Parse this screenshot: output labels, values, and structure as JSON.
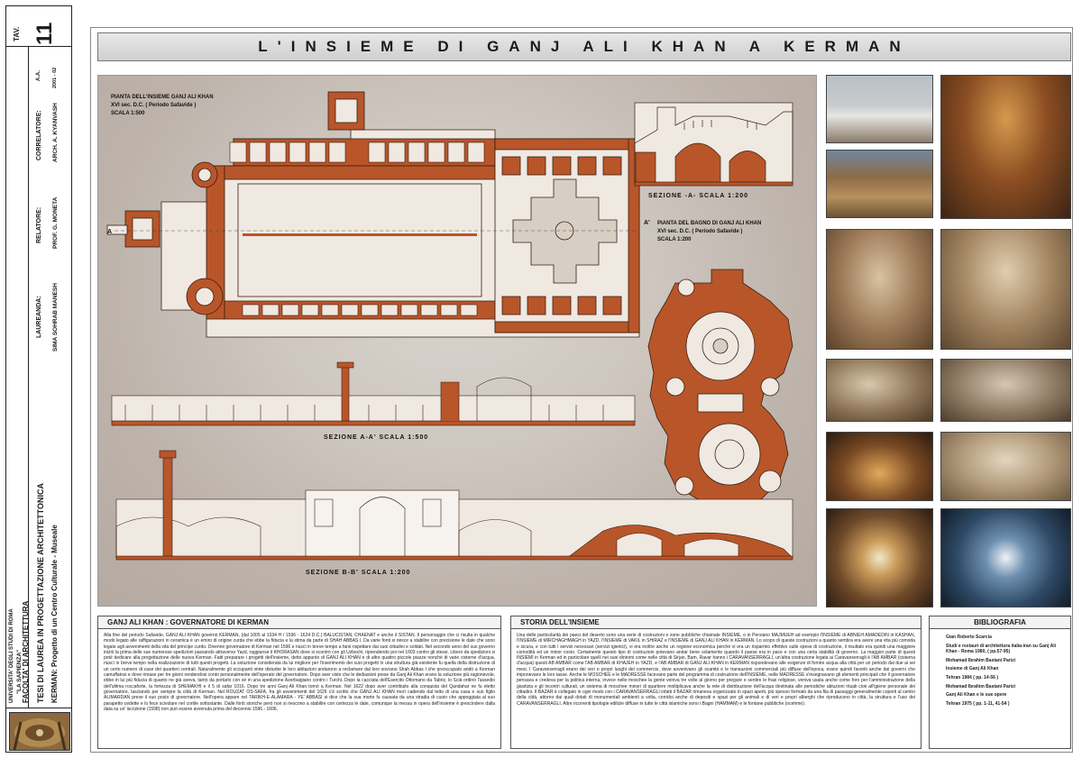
{
  "tav": {
    "label": "TAV.",
    "number": "11"
  },
  "left_strip": {
    "university": "UNIVERSITA' DEGLI STUDI DI ROMA",
    "sapienza": "\"LA SAPIENZA\"",
    "faculty": "FACOLTA' DI ARCHITETTURA",
    "thesis": "TESI DI LAUREA IN PROGETTAZIONE ARCHITETTONICA",
    "project": "KERMAN: Progetto di un Centro Culturale - Museale",
    "student_label": "LAUREANDA:",
    "student_name": "SIMA SOHRAB MANESH",
    "relatore_label": "RELATORE:",
    "relatore_name": "PROF. G. MONETA",
    "correlatore_label": "CORRELATORE:",
    "correlatore_name": "ARCH. A. KYANVASH",
    "aa_label": "A.A.",
    "aa_value": "2001 - 02"
  },
  "title": "L'INSIEME DI GANJ ALI KHAN A KERMAN",
  "plan_label": {
    "title": "PIANTA DELL'INSIEME GANJ ALI KHAN",
    "period": "XVI sec. D.C. ( Periodo Safavide )",
    "scale": "SCALA 1:500"
  },
  "bath_label": {
    "title": "PIANTA DEL BAGNO DI GANJ ALI KHAN",
    "period": "XVI sec. D.C. ( Periodo Safavide )",
    "scale": "SCALA 1:200"
  },
  "section_a": "SEZIONE -A- SCALA 1:200",
  "section_aa": "SEZIONE A-A' SCALA 1:500",
  "section_bb": "SEZIONE B-B' SCALA 1:200",
  "marker_a": "A",
  "marker_a_prime": "A'",
  "panels": {
    "governor": {
      "heading": "GANJ ALI KHAN : GOVERNATORE DI KERMAN",
      "text": "Alla fine del periodo Safavide, GANJ ALI KHAN governò KERMAN, (dal 1005 al 1034 H / 1596 - 1624 D.C.) BALUCISTAN, CHAENAT e anche il SISTAN. Il personaggio che ci risulta in qualche modo legato alle raffigurazioni in ceramica è un emiro di origine curda che ebbe la fiducia e la stima da parte di SHAH ABBAS I. Da varie fonti si riesce a stabilire con precisione le date che sono legate agli avvenimenti della vita del principe curdo. Divenne governatore di Kerman nel 1596 e riuscì in breve tempo a farsi rispettare dai suoi cittadini e soldati. Nel secondo anno del suo governo iniziò la prima delle sue numerose spedizioni passando attraverso Yazd, raggiunse il KHORASAN dove si scontrò con gli Uzbechi, riprendendo poi nel 1603 contro gli stessi. Libero da spedizioni si poté dedicare alla progettazione delle nuova Kerman. Fatti preparare i progetti dell'insieme, detto appunto di GANJ ALI KHAN e di altre quattro piccole piazze nonché di varie cisterne d'acqua, riuscì in breve tempo nella realizzazione di tutti questi progetti. La soluzione considerata da lui migliore per l'inserimento dei suoi progetti in una struttura già esistente fu quella della distruzione di un certo numero di case dei quartieri centrali. Naturalmente gli occupanti vinte disturbe le loro abitazioni andarono a reclamare dal loro sovrano Shah Abbas I che preoccupato andò a Kerman camuffatosi e dove rimase per tre giorni rendendosi conto personalmente dell'operato del governatore. Dopo aver visto che le dediasioni prese da Ganj Ali Khan erano la soluzione più ragionevole, ebbe in lui più fiducia di quanto ne già aveva, tanto da portarlo con sé in una spedizione Azerbaigiano contro i Turchi. Dopo la cacciata dell'Esercito Ottomano da Tabriz, lo Scià ordinò l'assedio dell'ultima roccaforte, la fortezza di SHEMAKHI e il 5 di safar 1016. Dopo tre anni Ganj Ali Khan tornò a Kerman. Nel 1622 dopo aver contribuito alla conquista del Qandahar ne fu eletto governatore, lasciando per sempre la città di Kerman. Nel ROUZAT OS-SAFA, fra gli avvenimenti del 1626 c'è scritto che GANJ ALI KHAN morì cadendo dal tetto di una casa e suo figlio ALIMARDAN prese il suo posto di governatore. Nell'opera appare nel TARIKH-E ALAMARA - YE' ABBASI si dice che la sua morte fu causata da una stradia di cuoio che appoggiata al suo parapetto cedette e lo fece scivolare nel cortile sottostante. Dalle fonti storiche però non si riescono a stabilire con certezza le date, comunque la messa in opera dell'insieme è prescindere dalla data su un' iscrizione (1598) non può essere avvenuta prima del decennio 1596 - 1606."
    },
    "storia": {
      "heading": "STORIA DELL'INSIEME",
      "text": "Una delle particolarità dei paesi del deserto sono una serie di costruzioni e zone pubbliche chiamate INSIEME, o in Persiano MAJMUEH ad esempio l'INSIEME di ABNIEH AMADEDIN in KASHAN, l'INSIEME di MIRCHAGHMAGH in YAZD, l'INSIEME di VAKIL in SHIRAZ e l'INSIEME di GANJ ALI KHAN in KERMAN. Lo scopo di queste costruzioni a quanto sembra era avere una vita più comoda e sicura, e con tutti i servizi necessari (servizi igienici), vi era inoltre anche un regione economica perché vi era un risparmio effettivo sulle spese di costruzione, il risultato era quindi una maggiore comodità ed un minor costo. Certamente questo tipo di costruzioni potevano andar bene solamente quando il paese era in pace e con una certa stabilità di governo. La maggior parte di questi INSIEMI in Kerman ed in particolare quelli nei suoi dintorni come nelle città di Sirjan, Bam, Ravar hanno i CARAVANSERRAGLI, un'altra costruzione legata ai Caravanserragli è l'AB AMBAR (cisterna d'acqua) questi AB AMBAR come l'AB AMBAR di KHAJEH in YAZD, e l'AB AMBAR di GANJ ALI KHAN in KERMAN rispondevano alle esigenze di fornire acqua alla città per un periodo dai due ai sei mesi. I Caravanserragli erano dei veri e propri luoghi del commercio, dove avvenivano gli scambi e le transazioni commerciali più diffuse dell'epoca, erano quindi favoriti anche dai governi che imponevano le loro tasse. Anche le MOSCHEE e le MADRESSE facevano parte del programma di costruzione dell'INSIEME, nelle MADRESSE s'insegnavano gli elementi principali che il governatore pensava e credeva per la politica interna, invece nelle moschee la gente veniva tre volte al giorno per pregare e sentire le frasi religiose, veniva usata anche come foro per l'amministrazione della giustizia e gli incontri culturali, un sistema di moschee minori di quartiere moltiplicava anche la rete di distribuzione dell'acqua destinata alle periodiche abluzioni rituali cioè all'igiene personale dei cittadini. Il BAZAR è collegato in ogni modo con i CARAVANSERRAGLI infatti il BAZAR rimaneva organizzato in spazi aperti, più spesso formato da una fila di passaggi generalmente coperti al centro della città, attorno dai quali dotati di monumentali ambienti a volta, corridoi anche di depositi e spazi per gli animali e di veri e propri alberghi che riproducono in città, la struttura e l'uso dei CARAVANSERRAGLI. Altre ricorrenti tipologie edilizie diffuse in tutte le città islamiche sono i Bagni (HAMMAM) e le fontane pubbliche (ocehme)."
    },
    "bibliografia": {
      "heading": "BIBLIOGRAFIA",
      "entries": [
        "Gian Roberto Scarcia",
        "Studi e restauri di architettura italia-iran su Ganj Ali Khan - Roma 1980, ( pp.57-95)",
        "Mohamad Ibrahim Bastani Parizi",
        "Insieme di Ganj Ali Khan",
        "Tehran 1984 ( pp. 14-56 )",
        "Mohamad Ibrahim Bastani Parizi",
        "Ganj Ali Khan e le sue opere",
        "Tehran 1975 ( pp. 1-11, 41-54 )"
      ]
    }
  },
  "colors": {
    "wall_fill": "#b8562a",
    "wall_stroke": "#3a1d0f",
    "plan_floor": "#efe9e2",
    "title_bar": "#d9d9d9"
  }
}
